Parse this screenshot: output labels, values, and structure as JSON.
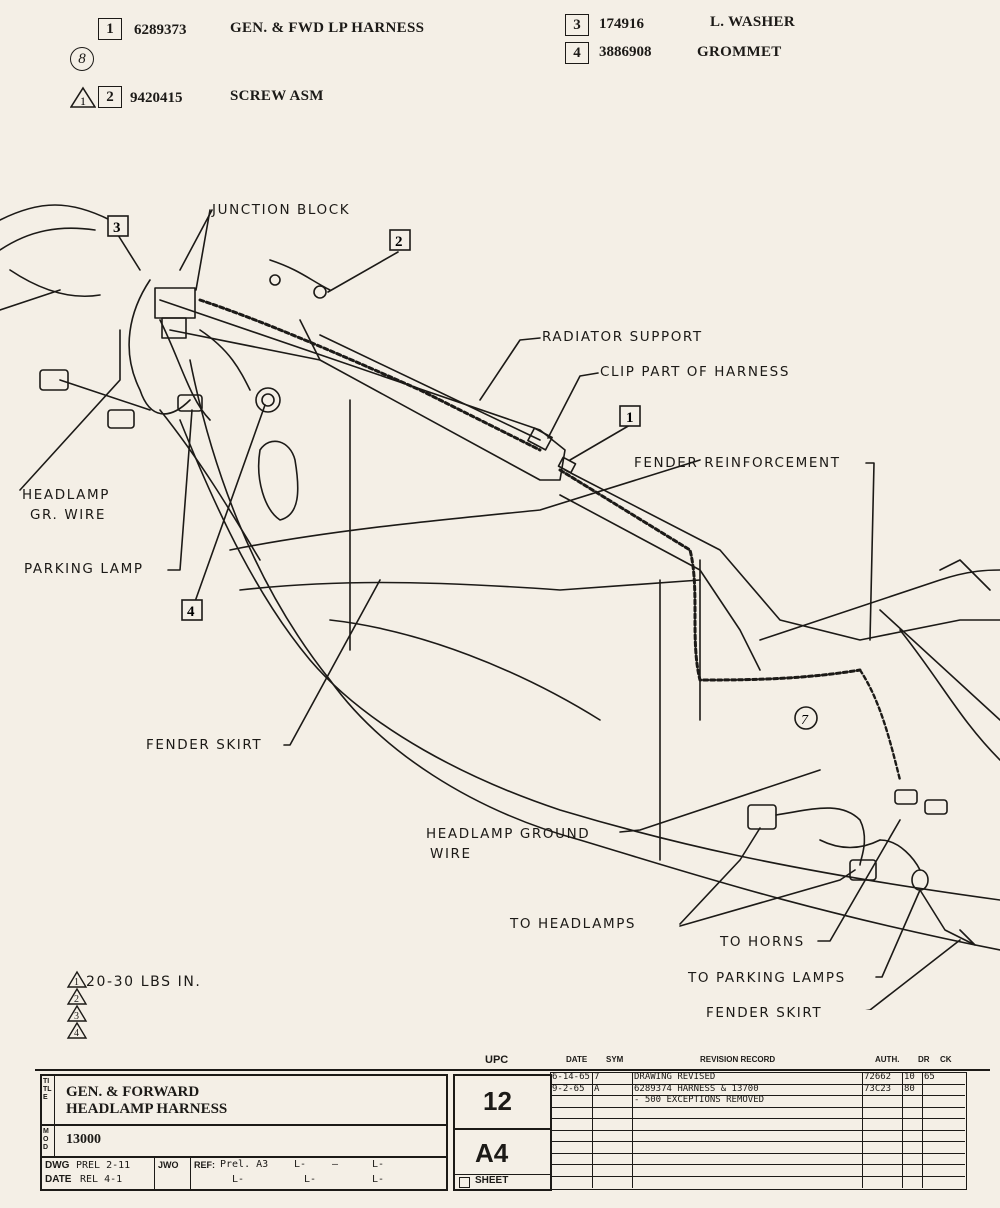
{
  "parts_list": [
    {
      "ref": "1",
      "number": "6289373",
      "description": "GEN. & FWD LP HARNESS"
    },
    {
      "ref": "2",
      "number": "9420415",
      "description": "SCREW ASM"
    },
    {
      "ref": "3",
      "number": "174916",
      "description": "L. WASHER"
    },
    {
      "ref": "4",
      "number": "3886908",
      "description": "GROMMET"
    }
  ],
  "circle_ref_8": "8",
  "circle_ref_7": "7",
  "torque_note_marker": "1",
  "callouts": {
    "junction_block": "JUNCTION BLOCK",
    "radiator_support": "RADIATOR SUPPORT",
    "clip_part": "CLIP PART OF HARNESS",
    "fender_reinforcement": "FENDER REINFORCEMENT",
    "headlamp_gr_wire_1": "HEADLAMP",
    "headlamp_gr_wire_2": "GR. WIRE",
    "parking_lamp": "PARKING LAMP",
    "fender_skirt_left": "FENDER SKIRT",
    "headlamp_ground_1": "HEADLAMP GROUND",
    "headlamp_ground_2": "WIRE",
    "to_headlamps": "TO HEADLAMPS",
    "to_horns": "TO HORNS",
    "to_parking_lamps": "TO PARKING LAMPS",
    "fender_skirt_right": "FENDER SKIRT"
  },
  "diagram_refs": {
    "r3": "3",
    "r2": "2",
    "r1": "1",
    "r4": "4"
  },
  "torque_note": {
    "value": "20-30 LBS IN.",
    "markers": [
      "1",
      "2",
      "3",
      "4"
    ]
  },
  "title_block": {
    "upc_label": "UPC",
    "title_line1": "GEN. & FORWARD",
    "title_line2": "HEADLAMP HARNESS",
    "upc_number": "12",
    "model": "13000",
    "sheet_code": "A4",
    "sheet_label": "SHEET",
    "title_side": "TITLE",
    "mod_side": "MOD",
    "dwg_label": "DWG",
    "dwg_value": "PREL 2-11",
    "date_label": "DATE",
    "date_value": "REL 4-1",
    "jwo": "JWO",
    "ref_label": "REF:",
    "ref_value": "Prel. A3",
    "l_marks": [
      "L-",
      "—",
      "L-",
      "L-",
      "L-",
      "L-"
    ],
    "rev_headers": {
      "date": "DATE",
      "sym": "SYM",
      "record": "REVISION RECORD",
      "auth": "AUTH.",
      "dr": "DR",
      "ck": "CK"
    },
    "revisions": [
      {
        "date": "6-14-65",
        "sym": "7",
        "record": "DRAWING REVISED",
        "auth": "72662",
        "dr": "10",
        "ck": "65"
      },
      {
        "date": "9-2-65",
        "sym": "A",
        "record": "6289374 HARNESS & 13700",
        "auth": "73C23",
        "dr": "80",
        "ck": ""
      },
      {
        "date": "",
        "sym": "",
        "record": "- 500 EXCEPTIONS REMOVED",
        "auth": "",
        "dr": "",
        "ck": ""
      }
    ]
  }
}
